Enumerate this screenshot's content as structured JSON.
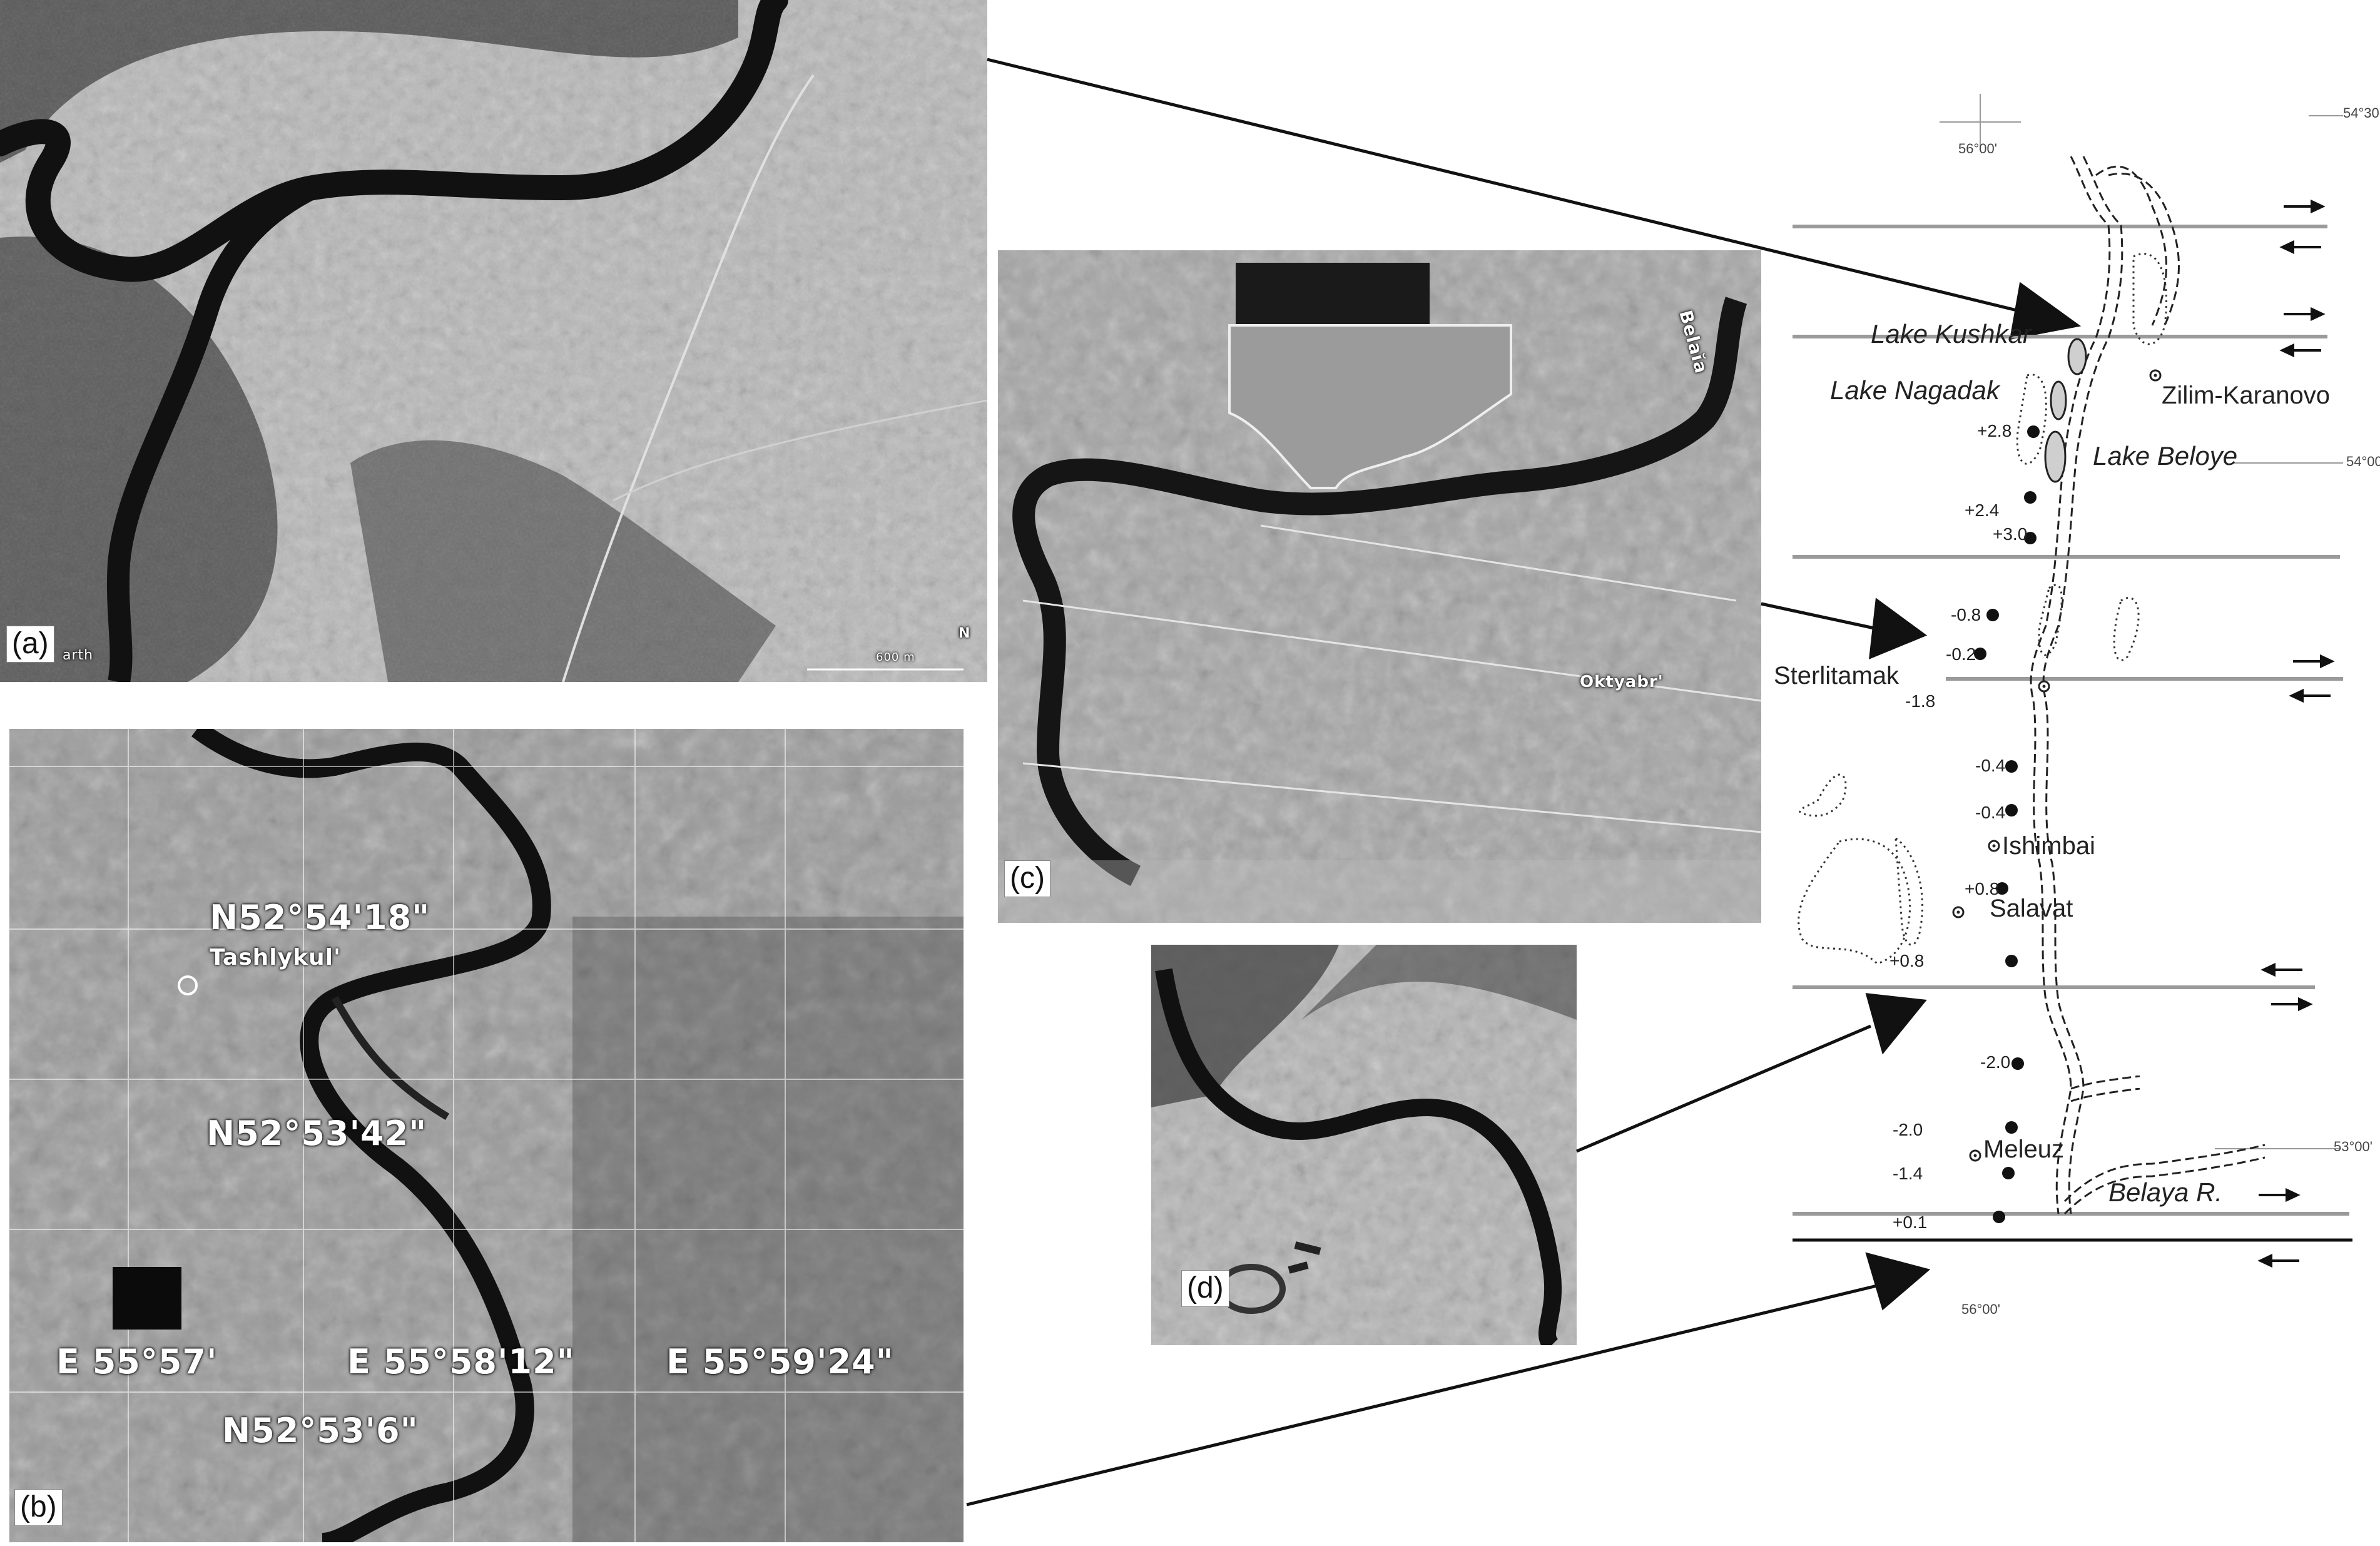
{
  "panels": {
    "a": {
      "label": "(a)",
      "caption": "arth",
      "scale_label": "600 m",
      "north": "N"
    },
    "b": {
      "label": "(b)",
      "town": "Tashlykul'",
      "coords": [
        "N52°54'18\"",
        "N52°53'42\"",
        "N52°53'6\"",
        "E 55°57'",
        "E 55°58'12\"",
        "E 55°59'24\""
      ]
    },
    "c": {
      "label": "(c)",
      "river": "Belaĭa",
      "town": "Oktyabr'"
    },
    "d": {
      "label": "(d)"
    }
  },
  "scheme": {
    "coords": {
      "top_lon": "56°00'",
      "top_right_lat": "54°30'",
      "mid_lat": "54°00'",
      "lower_lat": "53°00'",
      "bottom_lon": "56°00'"
    },
    "lakes": [
      "Lake Kushkar",
      "Lake Nagadak",
      "Lake Beloye"
    ],
    "towns": [
      "Zilim-Karanovo",
      "Sterlitamak",
      "Ishimbai",
      "Salavat",
      "Meleuz"
    ],
    "river": "Belaya R.",
    "values": [
      "+2.8",
      "+2.4",
      "+3.0",
      "-0.8",
      "-0.2",
      "-1.8",
      "-0.4",
      "-0.4",
      "+0.8",
      "+0.8",
      "-2.0",
      "-2.0",
      "-1.4",
      "+0.1"
    ]
  }
}
